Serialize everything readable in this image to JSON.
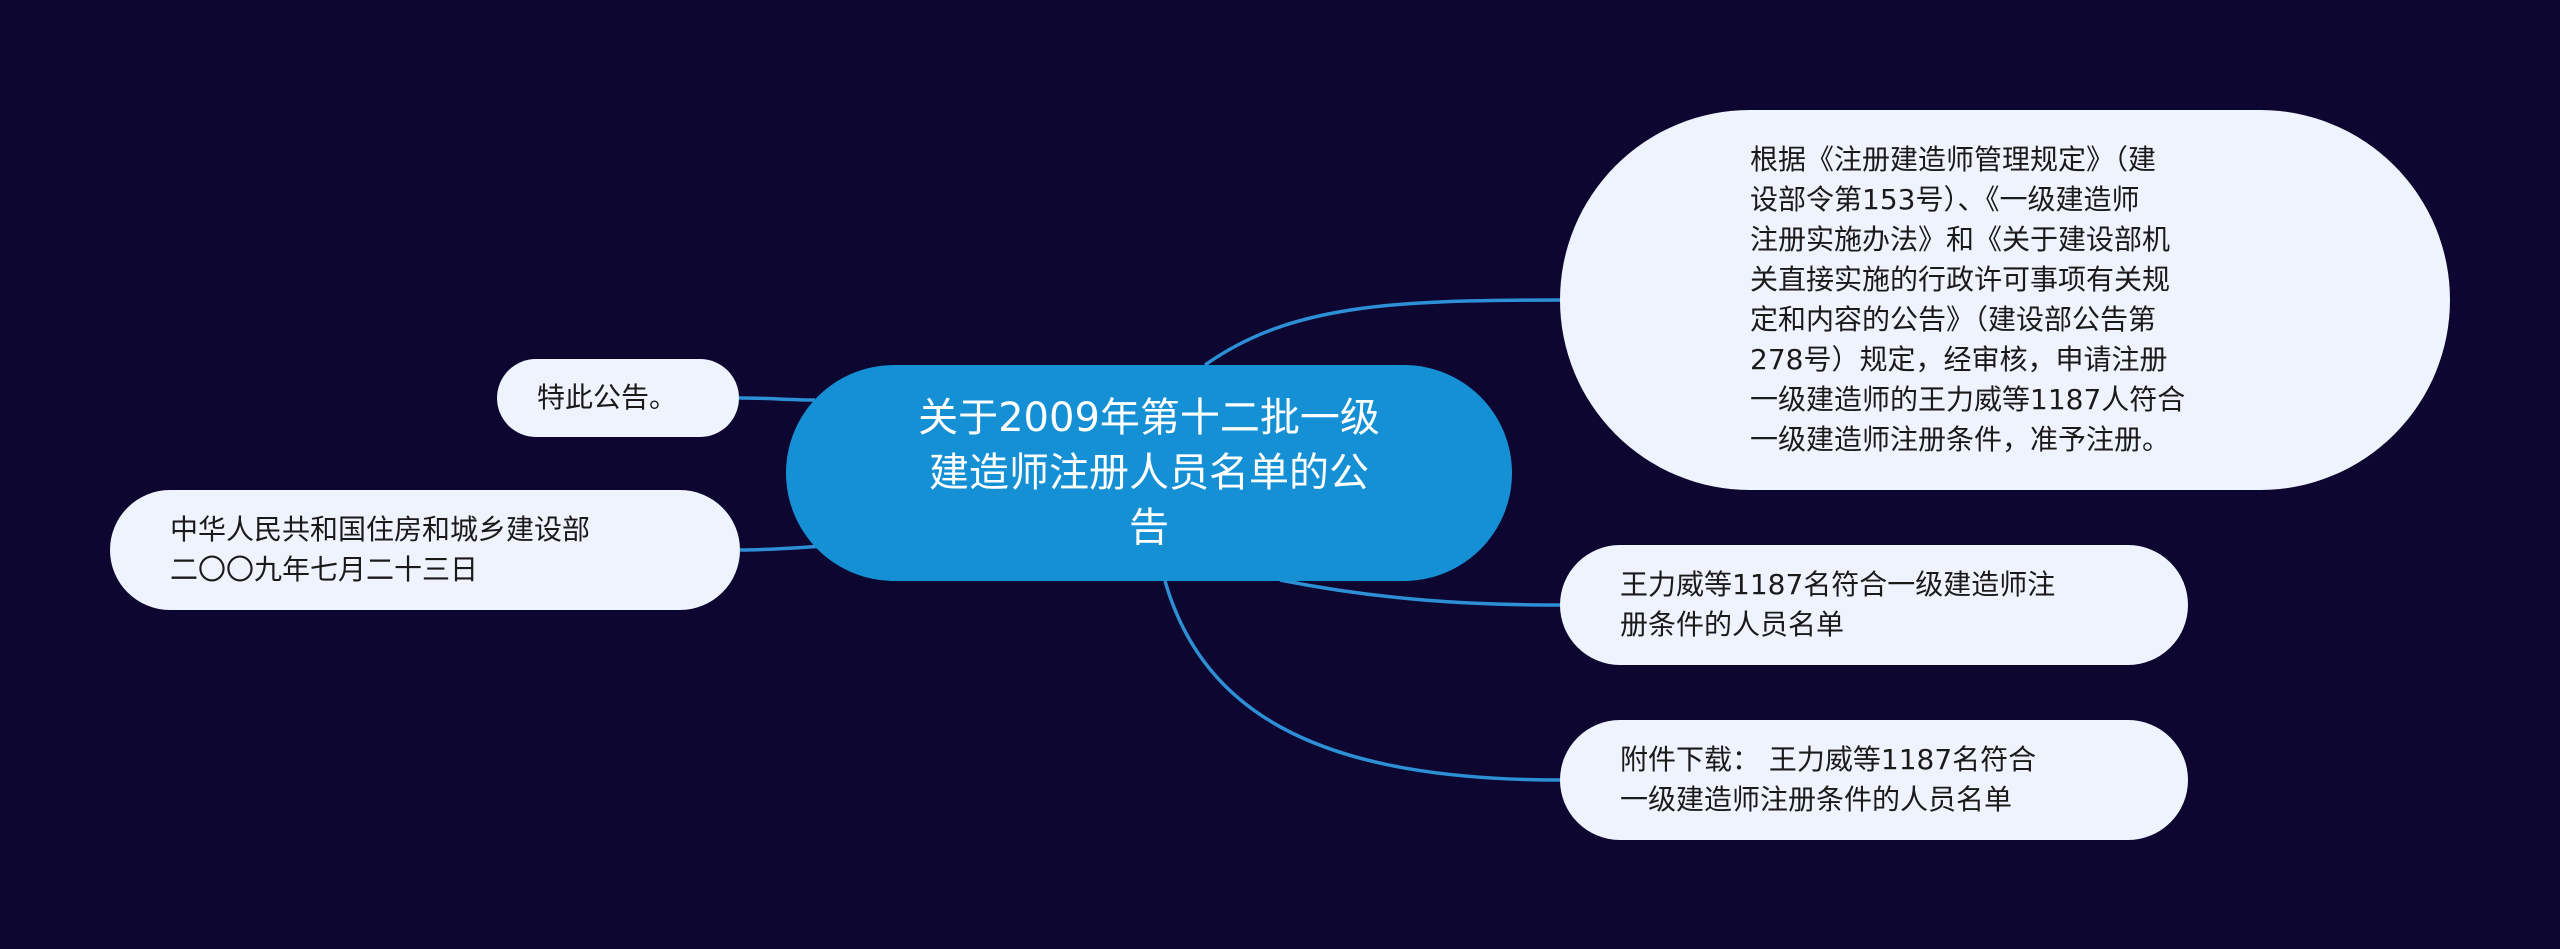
{
  "colors": {
    "background": "#0c0630",
    "central_topic": "#1590d4",
    "node_fill": "#eef3fd",
    "connector": "#2d8fd5"
  },
  "central_topic": {
    "label": "关于2009年第十二批一级\n建造师注册人员名单的公\n告"
  },
  "left_branches": [
    {
      "label": "特此公告。"
    },
    {
      "label": "中华人民共和国住房和城乡建设部\n二〇〇九年七月二十三日"
    }
  ],
  "right_branches": [
    {
      "label": "根据《注册建造师管理规定》（建\n设部令第153号）、《一级建造师\n注册实施办法》和《关于建设部机\n关直接实施的行政许可事项有关规\n定和内容的公告》（建设部公告第\n278号）规定，经审核，申请注册\n一级建造师的王力威等1187人符合\n一级建造师注册条件，准予注册。"
    },
    {
      "label": "王力威等1187名符合一级建造师注\n册条件的人员名单"
    },
    {
      "label": "附件下载：  王力威等1187名符合\n一级建造师注册条件的人员名单"
    }
  ]
}
